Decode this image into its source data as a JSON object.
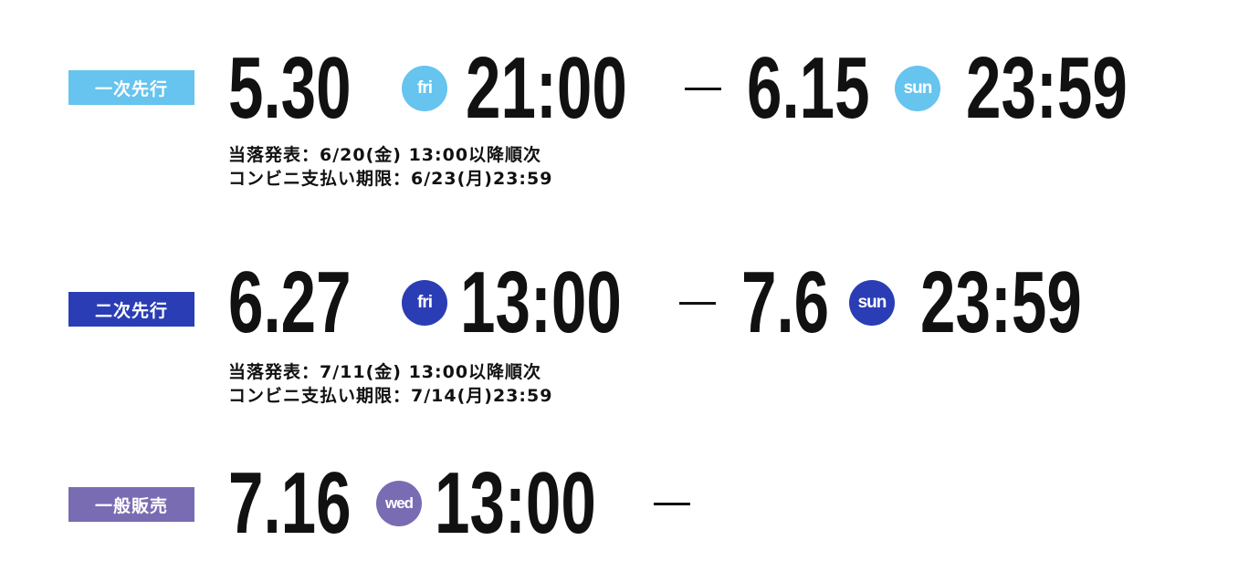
{
  "colors": {
    "first": "#66c4ee",
    "second": "#2b3db4",
    "general": "#7a6cb2"
  },
  "sales": [
    {
      "label": "一次先行",
      "start_date": "5.30",
      "start_day": "fri",
      "start_time": "21:00",
      "separator": "―",
      "end_date": "6.15",
      "end_day": "sun",
      "end_time": "23:59",
      "notes": [
        "当落発表：6/20(金) 13:00以降順次",
        "コンビニ支払い期限：6/23(月)23:59"
      ]
    },
    {
      "label": "二次先行",
      "start_date": "6.27",
      "start_day": "fri",
      "start_time": "13:00",
      "separator": "―",
      "end_date": "7.6",
      "end_day": "sun",
      "end_time": "23:59",
      "notes": [
        "当落発表：7/11(金) 13:00以降順次",
        "コンビニ支払い期限：7/14(月)23:59"
      ]
    },
    {
      "label": "一般販売",
      "start_date": "7.16",
      "start_day": "wed",
      "start_time": "13:00",
      "separator": "―"
    }
  ]
}
